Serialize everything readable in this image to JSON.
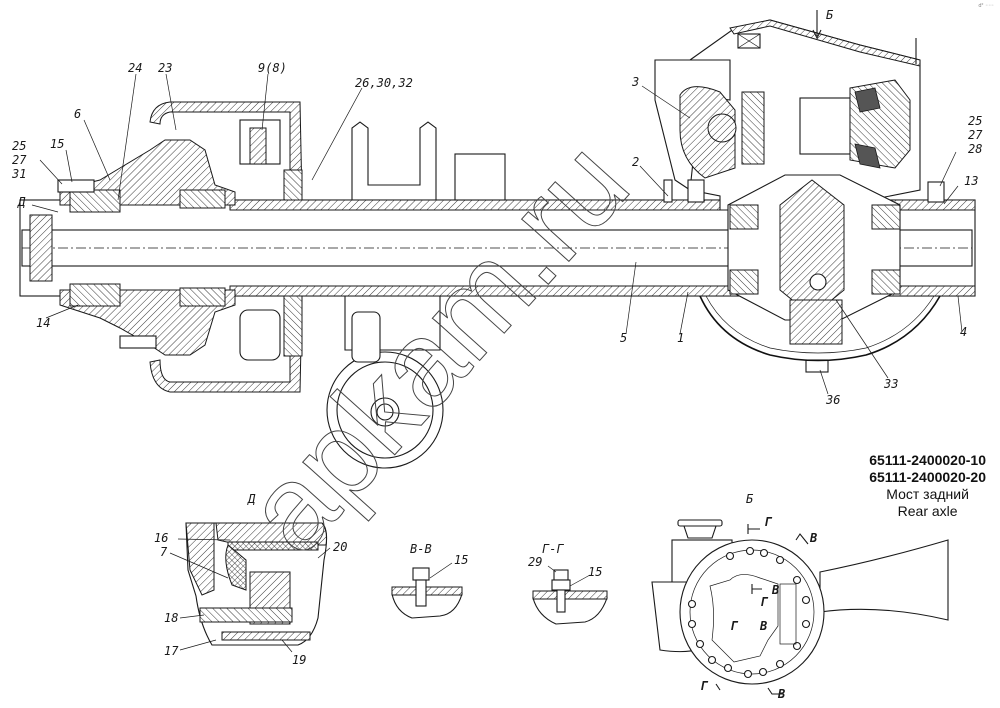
{
  "title_block": {
    "part_numbers": [
      "65111-2400020-10",
      "65111-2400020-20"
    ],
    "name_ru": "Мост задний",
    "name_en": "Rear axle"
  },
  "corner_mark": "d² ◦◦◦",
  "watermark": "apkam.ru",
  "main_view": {
    "view_arrow_label": "Б",
    "callouts": {
      "c25_27_31_a": "25",
      "c25_27_31_b": "27",
      "c25_27_31_c": "31",
      "c15": "15",
      "c6": "6",
      "c24": "24",
      "c23": "23",
      "c9_8": "9(8)",
      "c26_30_32": "26,30,32",
      "cD": "Д",
      "c14": "14",
      "c3": "3",
      "c2": "2",
      "c25_27_28_a": "25",
      "c25_27_28_b": "27",
      "c25_27_28_c": "28",
      "c13": "13",
      "c5": "5",
      "c1": "1",
      "c4": "4",
      "c33": "33",
      "c36": "36"
    }
  },
  "detail_D": {
    "title": "Д",
    "callouts": {
      "c16": "16",
      "c7": "7",
      "c20": "20",
      "c18": "18",
      "c17": "17",
      "c19": "19"
    }
  },
  "section_VV": {
    "title": "В-В",
    "callouts": {
      "c15": "15"
    }
  },
  "section_GG": {
    "title": "Г-Г",
    "callouts": {
      "c29": "29",
      "c15": "15"
    }
  },
  "view_B": {
    "title": "Б",
    "section_marks": [
      "Г",
      "В",
      "В",
      "Г",
      "Г",
      "В",
      "Г",
      "В"
    ]
  }
}
